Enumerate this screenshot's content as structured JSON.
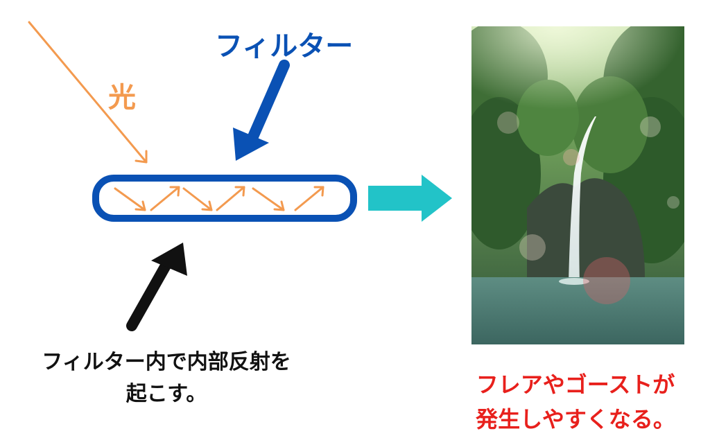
{
  "labels": {
    "light": "光",
    "filter": "フィルター"
  },
  "captions": {
    "internal_reflection": {
      "line1": "フィルター内で内部反射を",
      "line2": "起こす。"
    },
    "result": {
      "line1": "フレアやゴーストが",
      "line2": "発生しやすくなる。"
    }
  },
  "colors": {
    "light": "#f39a4f",
    "filter": "#0a51b4",
    "pointer": "#111111",
    "flow_arrow": "#22c3c8",
    "result_text": "#e8201c"
  },
  "photo": {
    "subject": "waterfall-photo-with-lens-flare"
  }
}
